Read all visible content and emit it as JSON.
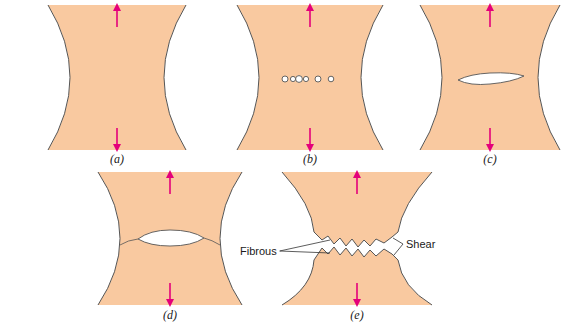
{
  "diagram": {
    "labels": [
      "(a)",
      "(b)",
      "(c)",
      "(d)",
      "(e)",
      "Fibrous",
      "Shear"
    ]
  }
}
